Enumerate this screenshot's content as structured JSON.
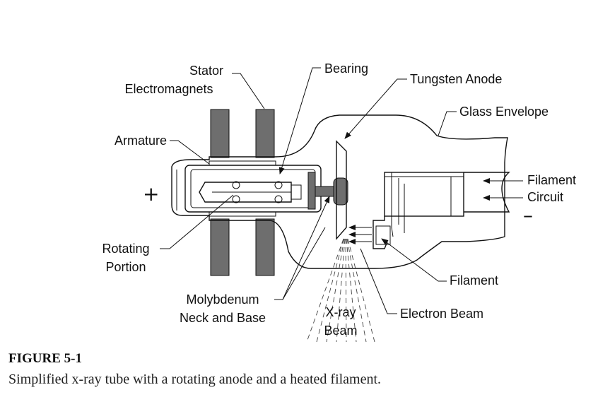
{
  "labels": {
    "stator": "Stator",
    "electromagnets": "Electromagnets",
    "bearing": "Bearing",
    "tungsten_anode": "Tungsten Anode",
    "glass_envelope": "Glass Envelope",
    "armature": "Armature",
    "filament_circuit_1": "Filament",
    "filament_circuit_2": "Circuit",
    "plus": "+",
    "minus": "–",
    "rotating_1": "Rotating",
    "rotating_2": "Portion",
    "filament": "Filament",
    "molybdenum_1": "Molybdenum",
    "molybdenum_2": "Neck and Base",
    "xray_1": "X-ray",
    "xray_2": "Beam",
    "electron_beam": "Electron Beam"
  },
  "caption": {
    "title": "FIGURE 5-1",
    "text": "Simplified x-ray tube with a rotating anode and a heated filament."
  },
  "colors": {
    "stator_fill": "#6e6e6e",
    "line": "#111111"
  }
}
